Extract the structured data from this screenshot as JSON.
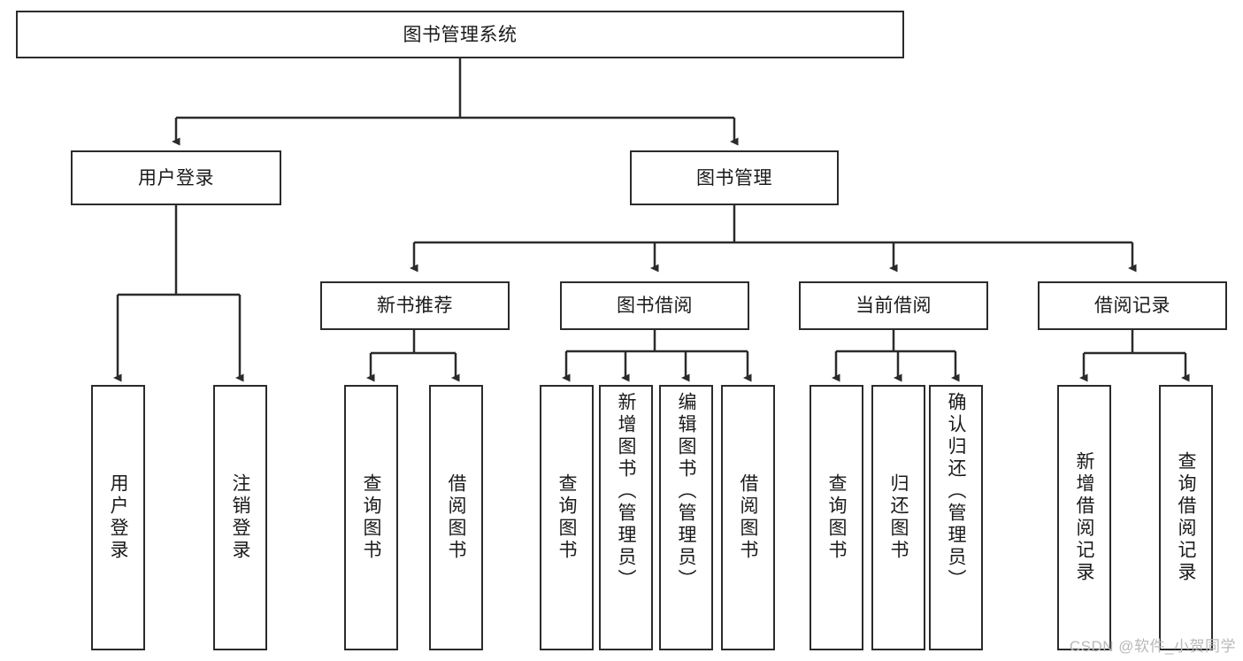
{
  "diagram": {
    "title": "图书管理系统",
    "type": "tree-hierarchy-diagram",
    "colors": {
      "stroke": "#2b2b2b",
      "fill": "#ffffff",
      "text": "#1a1a1a",
      "watermark": "#b9b9b9"
    },
    "root": {
      "label": "图书管理系统"
    },
    "level2": [
      {
        "label": "用户登录"
      },
      {
        "label": "图书管理"
      }
    ],
    "level3": [
      {
        "label": "新书推荐"
      },
      {
        "label": "图书借阅"
      },
      {
        "label": "当前借阅"
      },
      {
        "label": "借阅记录"
      }
    ],
    "leaves": [
      {
        "label": "用户登录",
        "parent": "用户登录"
      },
      {
        "label": "注销登录",
        "parent": "用户登录"
      },
      {
        "label": "查询图书",
        "parent": "新书推荐"
      },
      {
        "label": "借阅图书",
        "parent": "新书推荐"
      },
      {
        "label": "查询图书",
        "parent": "图书借阅"
      },
      {
        "label": "新增图书（管理员）",
        "parent": "图书借阅"
      },
      {
        "label": "编辑图书（管理员）",
        "parent": "图书借阅"
      },
      {
        "label": "借阅图书",
        "parent": "图书借阅"
      },
      {
        "label": "查询图书",
        "parent": "当前借阅"
      },
      {
        "label": "归还图书",
        "parent": "当前借阅"
      },
      {
        "label": "确认归还（管理员）",
        "parent": "当前借阅"
      },
      {
        "label": "新增借阅记录",
        "parent": "借阅记录"
      },
      {
        "label": "查询借阅记录",
        "parent": "借阅记录"
      }
    ],
    "watermark": "CSDN @软件_小贺同学"
  }
}
